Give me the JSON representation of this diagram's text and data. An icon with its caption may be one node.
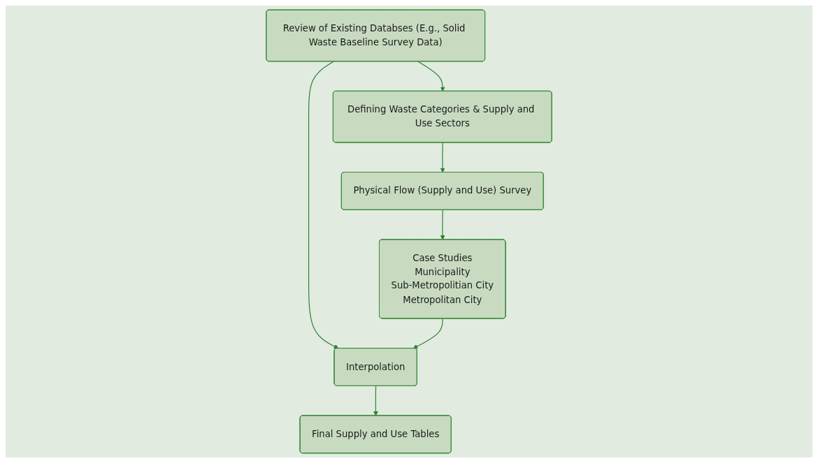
{
  "diagram": {
    "nodes": [
      {
        "text": [
          "Defining Waste Categories & Supply and Use Sectors"
        ]
      },
      {
        "text": [
          "Review of Existing Databses (E.g., Solid Waste Baseline Survey Data)"
        ]
      },
      {
        "text": [
          "Physical Flow (Supply and Use) Survey"
        ]
      },
      {
        "text": [
          "Interpolation"
        ]
      },
      {
        "text": [
          "Case Studies",
          "Municipality",
          "Sub-Metropolitian City",
          "Metropolitan City"
        ]
      },
      {
        "text": [
          "Final Supply and Use Tables"
        ]
      }
    ],
    "edges": [
      {
        "from": 1,
        "to": 0,
        "arrow": "to"
      },
      {
        "from": 0,
        "to": 2,
        "arrow": "to"
      },
      {
        "from": 1,
        "to": 3,
        "arrow": "to"
      },
      {
        "from": 2,
        "to": 4,
        "arrow": "to"
      },
      {
        "from": 4,
        "to": 3,
        "arrow": "to"
      },
      {
        "from": 3,
        "to": 5,
        "arrow": "to"
      }
    ]
  }
}
